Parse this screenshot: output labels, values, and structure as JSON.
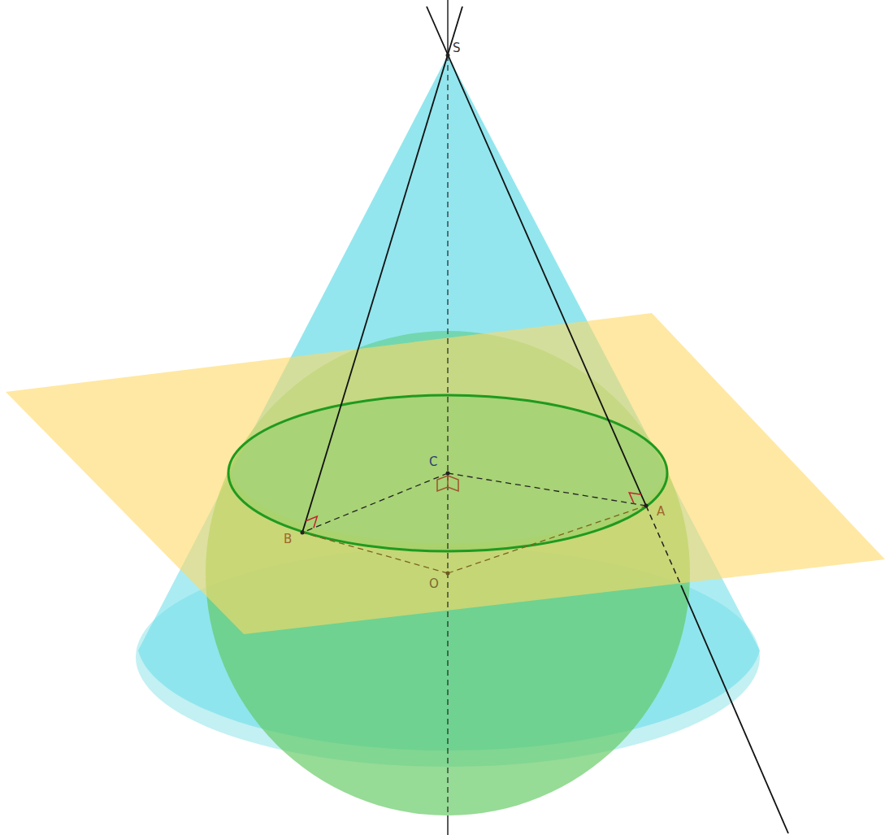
{
  "diagram": {
    "labels": [
      "S",
      "C",
      "B",
      "A",
      "O"
    ]
  }
}
